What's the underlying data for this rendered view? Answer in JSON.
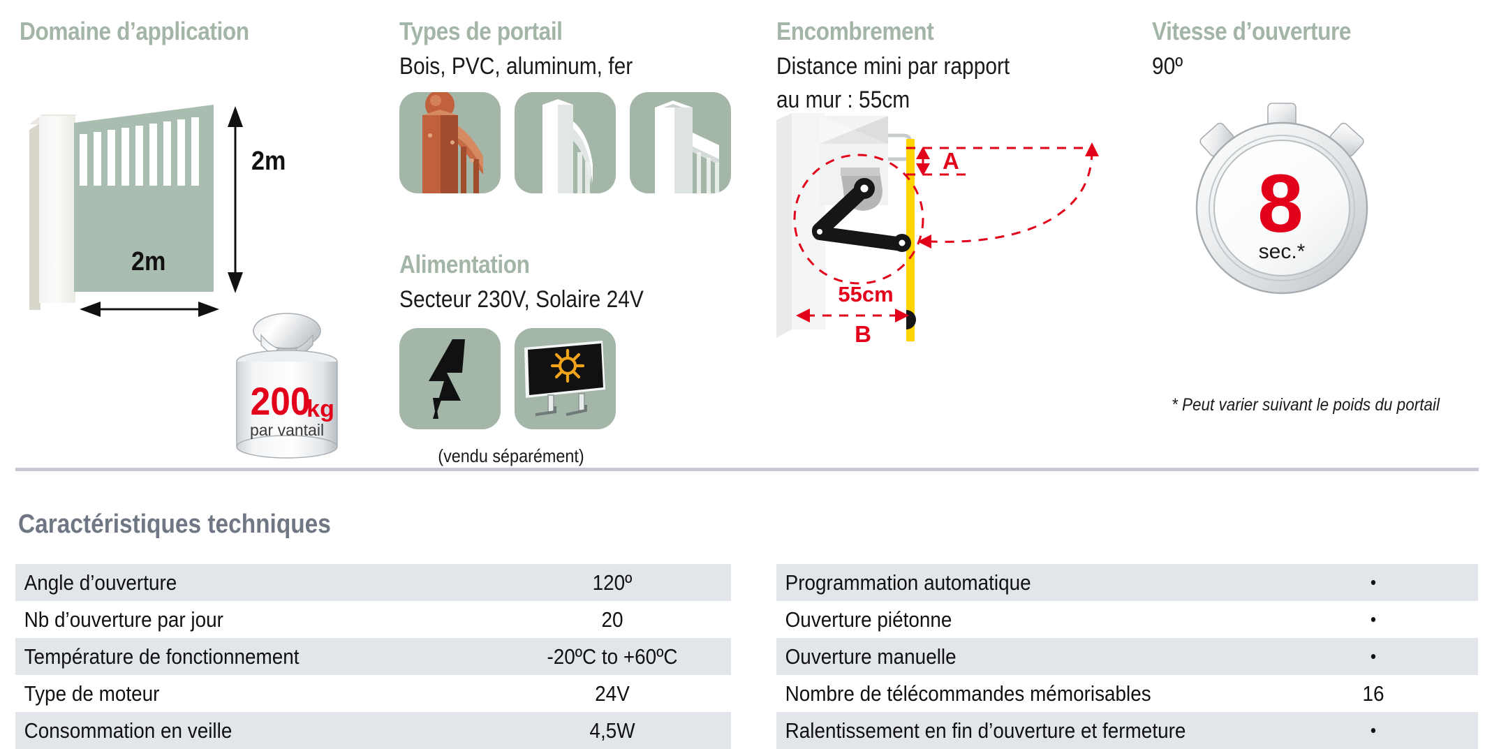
{
  "sections": {
    "domaine": {
      "title": "Domaine d’application",
      "dim_height": "2m",
      "dim_width": "2m",
      "weight_value": "200",
      "weight_unit": "kg",
      "weight_note": "par vantail"
    },
    "types": {
      "title": "Types de portail",
      "subtitle": "Bois, PVC, aluminum, fer",
      "tiles": [
        {
          "name": "wood-post-icon"
        },
        {
          "name": "pvc-post-icon"
        },
        {
          "name": "aluminium-post-icon"
        }
      ]
    },
    "alimentation": {
      "title": "Alimentation",
      "subtitle": "Secteur 230V, Solaire 24V",
      "note": "(vendu séparément)",
      "tiles": [
        {
          "name": "lightning-bolt-icon"
        },
        {
          "name": "solar-panel-icon"
        }
      ]
    },
    "encombrement": {
      "title": "Encombrement",
      "subtitle_line1": "Distance mini par rapport",
      "subtitle_line2": "au mur : 55cm",
      "label_a": "A",
      "label_b": "B",
      "label_distance": "55cm"
    },
    "vitesse": {
      "title": "Vitesse d’ouverture",
      "subtitle": "90º",
      "stopwatch_value": "8",
      "stopwatch_unit": "sec.*",
      "footnote": "* Peut varier suivant le poids du portail"
    }
  },
  "specs": {
    "title": "Caractéristiques techniques",
    "left_rows": [
      {
        "label": "Angle d’ouverture",
        "value": "120º"
      },
      {
        "label": "Nb d’ouverture par jour",
        "value": "20"
      },
      {
        "label": "Température de fonctionnement",
        "value": "-20ºC to +60ºC"
      },
      {
        "label": "Type de moteur",
        "value": "24V"
      },
      {
        "label": "Consommation en veille",
        "value": "4,5W"
      }
    ],
    "right_rows": [
      {
        "label": "Programmation automatique",
        "value": "•"
      },
      {
        "label": "Ouverture piétonne",
        "value": "•"
      },
      {
        "label": "Ouverture manuelle",
        "value": "•"
      },
      {
        "label": "Nombre de télécommandes mémorisables",
        "value": "16"
      },
      {
        "label": "Ralentissement en fin d’ouverture et fermeture",
        "value": "•"
      }
    ]
  },
  "colors": {
    "heading_green": "#a3b5a6",
    "tile_green": "#a3b6a8",
    "gate_green": "#a9bdb0",
    "accent_red": "#e2001a",
    "specs_heading": "#6e7783",
    "row_alt": "#e2e5e9",
    "divider": "#c7c9d4",
    "gate_bar_yellow": "#ffd400"
  }
}
